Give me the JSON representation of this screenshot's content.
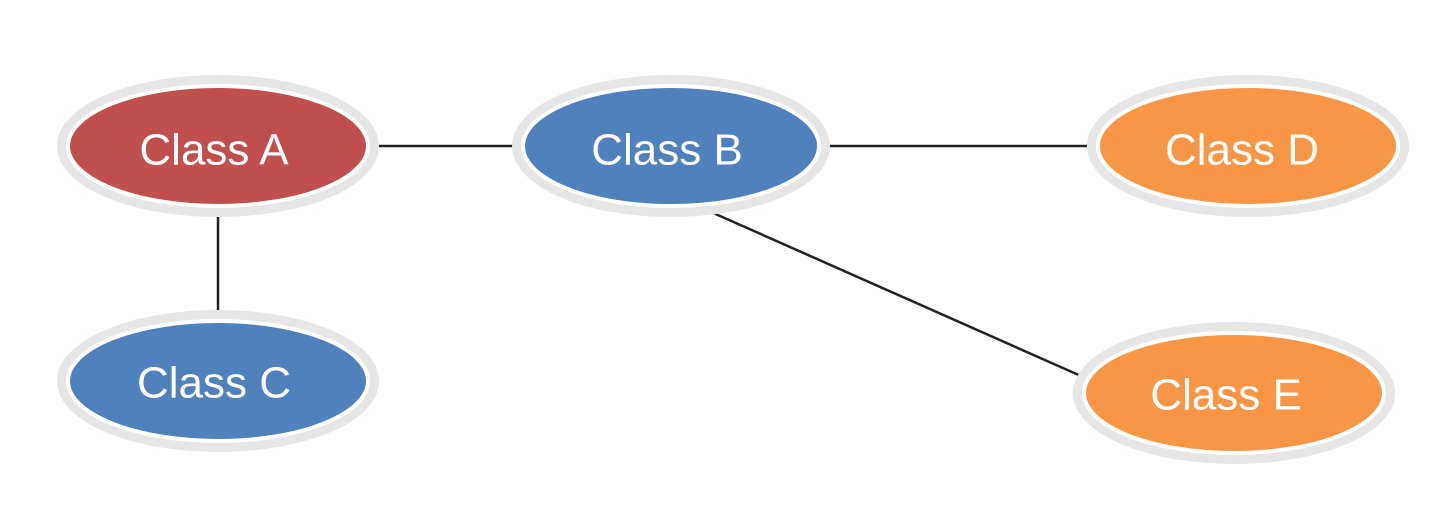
{
  "diagram": {
    "colors": {
      "red": "#c0504d",
      "blue": "#4f81bd",
      "orange": "#f79646",
      "edge": "#222222",
      "label": "#ffffff"
    },
    "nodes": [
      {
        "id": "a",
        "label": "Class A",
        "color": "red"
      },
      {
        "id": "b",
        "label": "Class B",
        "color": "blue"
      },
      {
        "id": "c",
        "label": "Class C",
        "color": "blue"
      },
      {
        "id": "d",
        "label": "Class D",
        "color": "orange"
      },
      {
        "id": "e",
        "label": "Class E",
        "color": "orange"
      }
    ],
    "edges": [
      {
        "from": "a",
        "to": "b"
      },
      {
        "from": "a",
        "to": "c"
      },
      {
        "from": "b",
        "to": "d"
      },
      {
        "from": "b",
        "to": "e"
      }
    ]
  }
}
